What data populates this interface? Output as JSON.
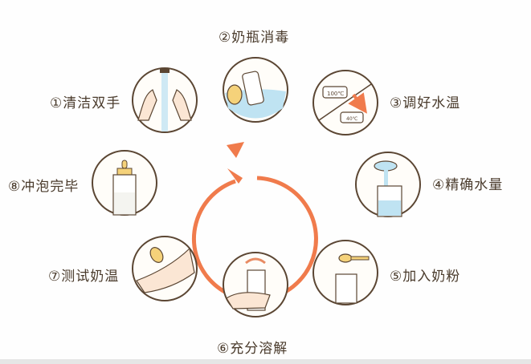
{
  "title": "冲泡奶粉步骤",
  "steps": [
    {
      "label": "①清洁双手",
      "icon": "hands-washing-icon"
    },
    {
      "label": "②奶瓶消毒",
      "icon": "bottle-sterilize-icon"
    },
    {
      "label": "③调好水温",
      "icon": "water-temperature-icon",
      "temps": [
        "100℃",
        "40℃"
      ]
    },
    {
      "label": "④精确水量",
      "icon": "pour-water-icon"
    },
    {
      "label": "⑤加入奶粉",
      "icon": "add-formula-icon"
    },
    {
      "label": "⑥充分溶解",
      "icon": "shake-bottle-icon"
    },
    {
      "label": "⑦测试奶温",
      "icon": "test-temperature-icon"
    },
    {
      "label": "⑧冲泡完毕",
      "icon": "finished-bottle-icon"
    }
  ],
  "colors": {
    "arrow": "#f07b4c",
    "outline": "#5b4633",
    "nipple": "#f5d27a",
    "water": "#bfe3f2",
    "skin": "#fbe6d4"
  }
}
